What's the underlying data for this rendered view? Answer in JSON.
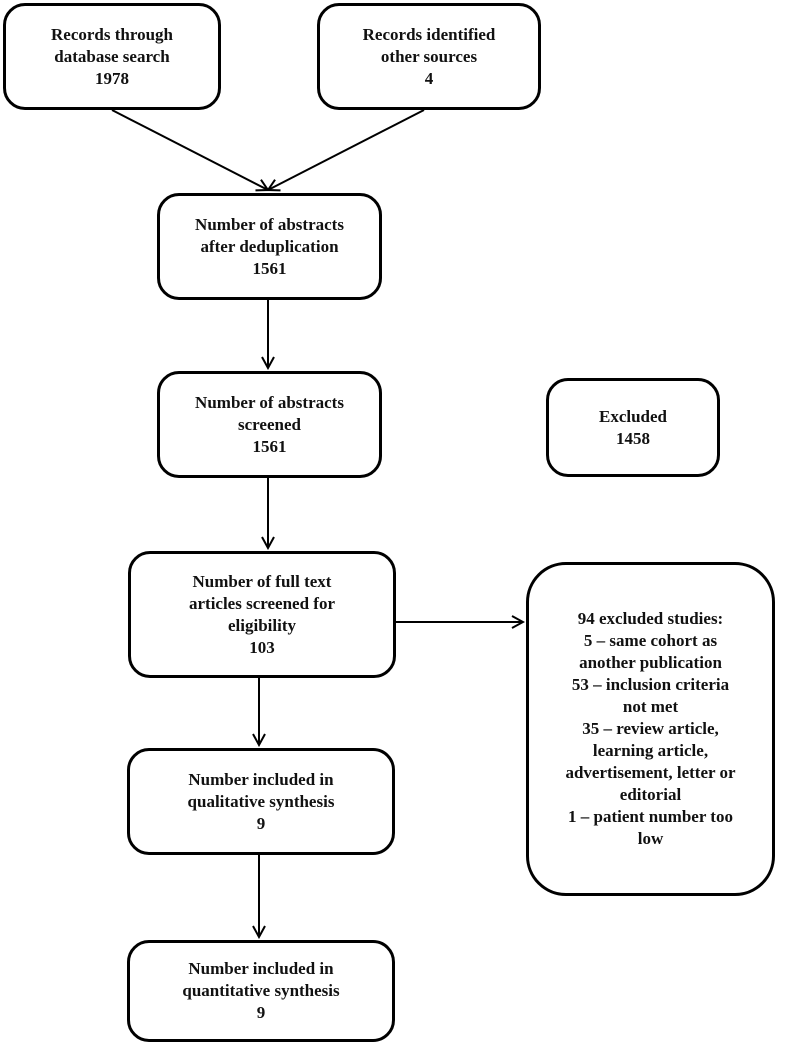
{
  "colors": {
    "stroke": "#000000",
    "text": "#111111",
    "background": "#ffffff"
  },
  "boxes": {
    "db_search": [
      "Records through",
      "database search",
      "1978"
    ],
    "other_sources": [
      "Records identified",
      "other sources",
      "4"
    ],
    "dedup": [
      "Number of abstracts",
      "after deduplication",
      "1561"
    ],
    "screened": [
      "Number of abstracts",
      "screened",
      "1561"
    ],
    "excluded": [
      "Excluded",
      "1458"
    ],
    "fulltext": [
      "Number of full text",
      "articles screened for",
      "eligibility",
      "103"
    ],
    "excluded_studies": [
      "94  excluded studies:",
      "5 – same cohort as",
      "another publication",
      "53 – inclusion criteria",
      "not met",
      "35 – review article,",
      "learning article,",
      "advertisement, letter or",
      "editorial",
      "1 –  patient number too",
      "low"
    ],
    "qualitative": [
      "Number included in",
      "qualitative synthesis",
      "9"
    ],
    "quantitative": [
      "Number included in",
      "quantitative synthesis",
      "9"
    ]
  }
}
